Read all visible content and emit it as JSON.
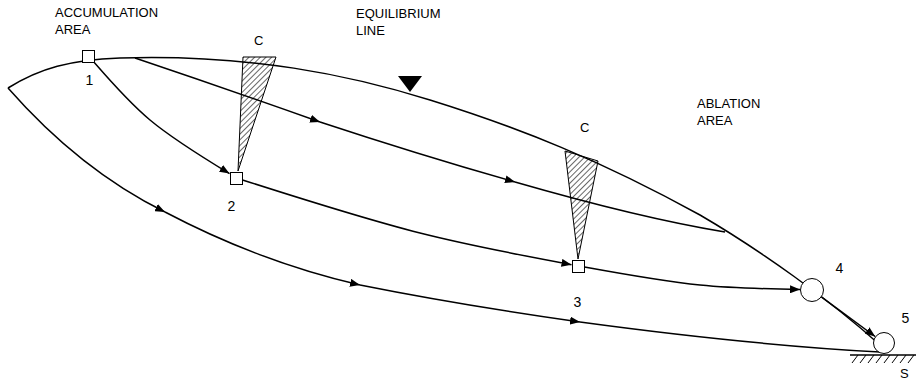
{
  "diagram": {
    "nodes": [
      {
        "text": [
          "1"
        ]
      },
      {
        "text": [
          "2"
        ]
      },
      {
        "text": [
          "3"
        ]
      },
      {
        "text": [
          "4"
        ]
      },
      {
        "text": [
          "5"
        ]
      }
    ],
    "edges": [
      {
        "from": 0,
        "to": 1,
        "arrow": "to"
      },
      {
        "from": 1,
        "to": 2,
        "arrow": "to"
      },
      {
        "from": 2,
        "to": 3,
        "arrow": "to"
      },
      {
        "from": 3,
        "to": 4,
        "arrow": "to"
      }
    ],
    "labels": [
      "ACCUMULATION AREA",
      "EQUILIBRIUM LINE",
      "C",
      "C",
      "ABLATION AREA",
      "S"
    ]
  }
}
